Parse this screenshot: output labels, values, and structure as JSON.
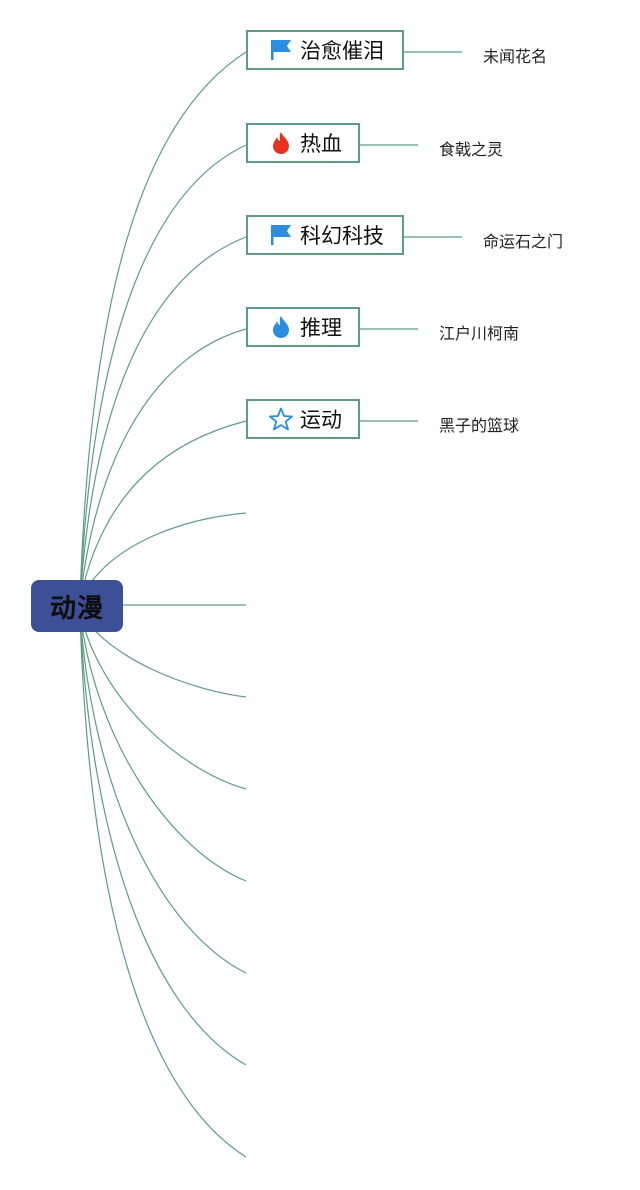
{
  "root": {
    "label": "动漫"
  },
  "branches": [
    {
      "label": "治愈催泪",
      "icon": "blue-flag-icon",
      "child": "未闻花名"
    },
    {
      "label": "热血",
      "icon": "red-fire-icon",
      "child": "食戟之灵"
    },
    {
      "label": "科幻科技",
      "icon": "blue-flag-icon",
      "child": "命运石之门"
    },
    {
      "label": "推理",
      "icon": "blue-fire-icon",
      "child": "江户川柯南"
    },
    {
      "label": "运动",
      "icon": "star-outline-icon",
      "child": "黑子的篮球"
    }
  ],
  "colors": {
    "root_fill": "#3d4f96",
    "branch_border": "#5f9c84",
    "connector": "#5f9c84",
    "flag": "#2b8de0",
    "red_fire": "#e8321e",
    "blue_fire": "#2b8de0",
    "star": "#2b8de0"
  }
}
